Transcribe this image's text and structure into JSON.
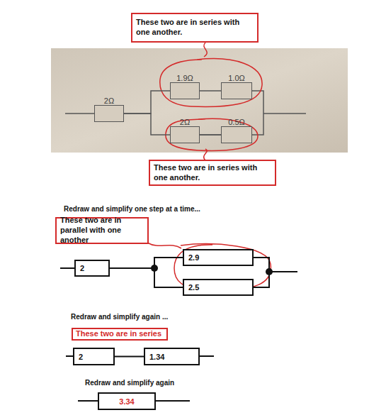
{
  "diagram": {
    "nodes": [
      {
        "text": [
          "These two are in series with one another."
        ]
      },
      {
        "text": [
          "2Ω"
        ]
      },
      {
        "text": [
          "1.9Ω"
        ]
      },
      {
        "text": [
          "1.0Ω"
        ]
      },
      {
        "text": [
          "2Ω"
        ]
      },
      {
        "text": [
          "0.5Ω"
        ]
      },
      {
        "text": [
          "These two are in series with one another."
        ]
      },
      {
        "text": [
          "These two are in parallel with one another"
        ]
      },
      {
        "text": [
          "2"
        ]
      },
      {
        "text": [
          "2.9"
        ]
      },
      {
        "text": [
          "2.5"
        ]
      },
      {
        "text": [
          "These two are in series"
        ]
      },
      {
        "text": [
          "2"
        ]
      },
      {
        "text": [
          "1.34"
        ]
      },
      {
        "text": [
          "3.34"
        ]
      }
    ],
    "edges": [
      {
        "from": 1,
        "to": 2,
        "arrow": "none"
      },
      {
        "from": 2,
        "to": 3,
        "arrow": "none"
      },
      {
        "from": 1,
        "to": 4,
        "arrow": "none"
      },
      {
        "from": 4,
        "to": 5,
        "arrow": "none"
      },
      {
        "from": 8,
        "to": 9,
        "arrow": "none"
      },
      {
        "from": 8,
        "to": 10,
        "arrow": "none"
      },
      {
        "from": 12,
        "to": 13,
        "arrow": "none"
      }
    ],
    "labels": [
      "Redraw and simplify one step at a time...",
      "Redraw and simplify again ...",
      "Redraw and simplify again"
    ]
  }
}
